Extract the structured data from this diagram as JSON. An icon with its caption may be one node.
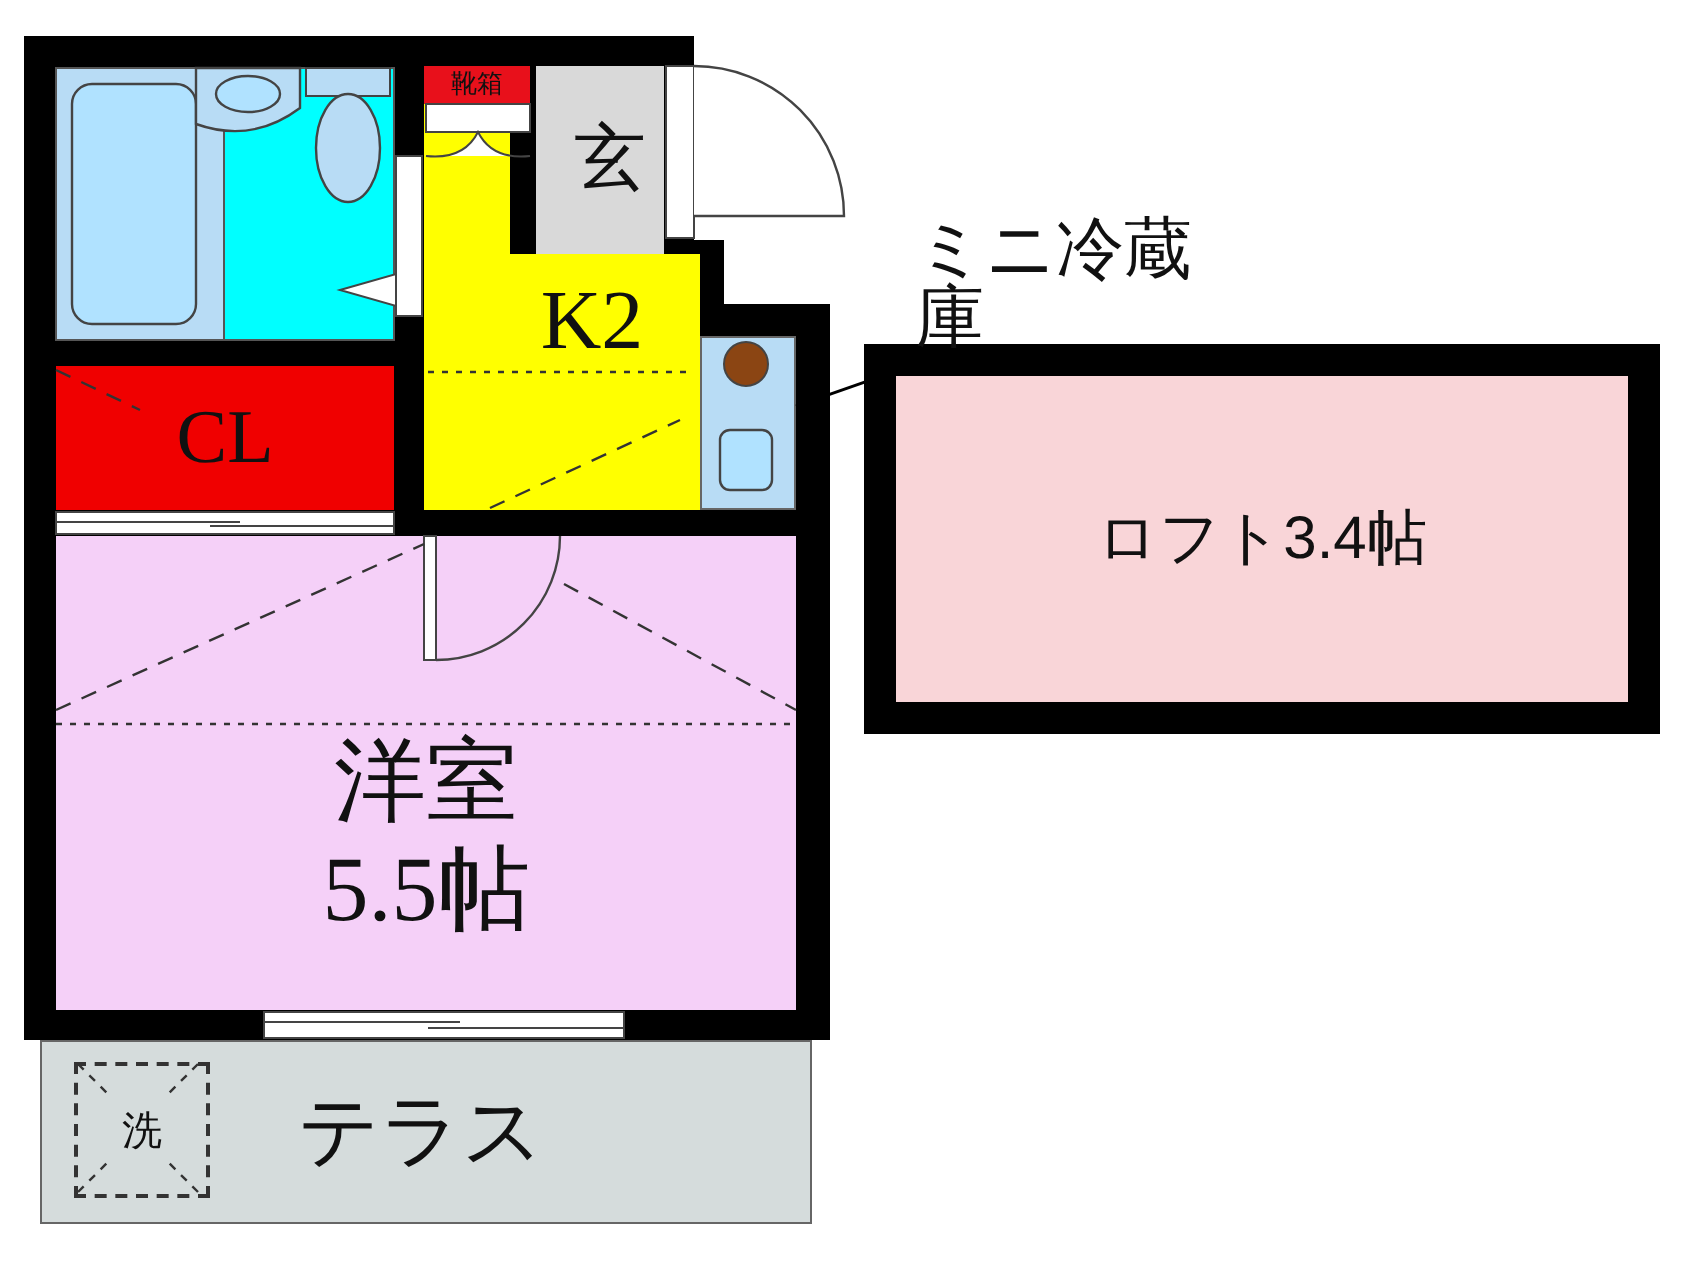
{
  "diagram": {
    "nodes": [
      {
        "text": [
          "靴箱"
        ]
      },
      {
        "text": [
          "玄"
        ]
      },
      {
        "text": [
          "K2"
        ]
      },
      {
        "text": [
          "CL"
        ]
      },
      {
        "text": [
          "洋室",
          "5.5帖"
        ]
      },
      {
        "text": [
          "ロフト3.4帖"
        ]
      },
      {
        "text": [
          "ミニ冷蔵庫"
        ]
      },
      {
        "text": [],
        "shape": "box"
      },
      {
        "text": [
          "テラス"
        ]
      },
      {
        "text": [
          "洗"
        ],
        "in": 8
      }
    ],
    "edges": [
      {
        "from": 6,
        "to": 7,
        "arrow": "none"
      }
    ]
  }
}
